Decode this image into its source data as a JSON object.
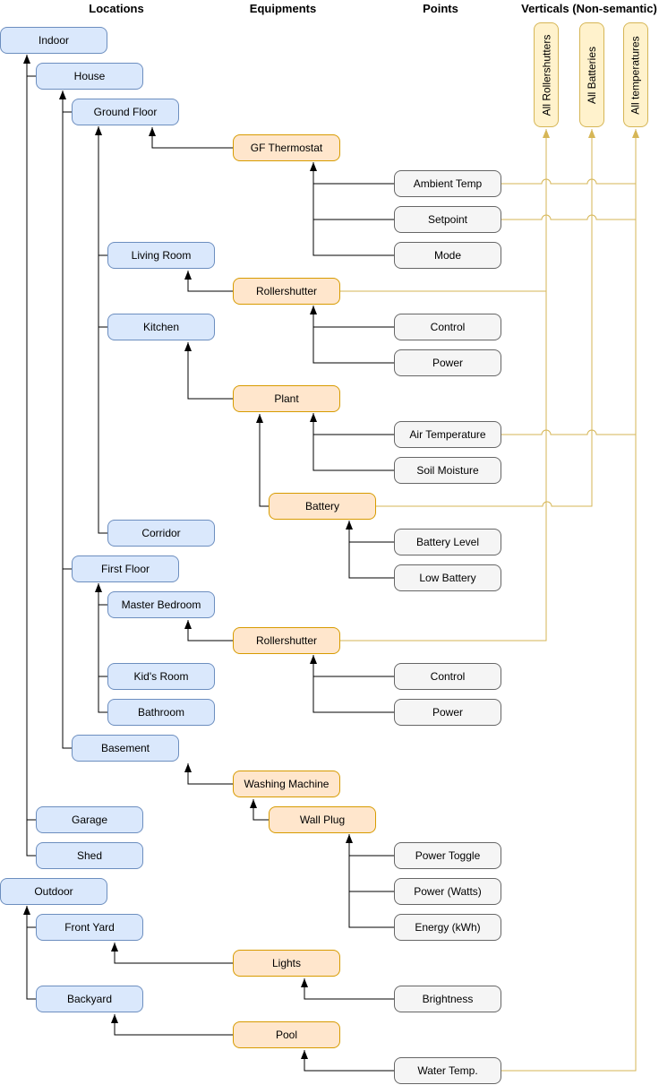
{
  "column_headers": {
    "locations": "Locations",
    "equipments": "Equipments",
    "points": "Points",
    "verticals": "Verticals (Non-semantic)"
  },
  "locations": [
    {
      "label": "Indoor",
      "parent": null
    },
    {
      "label": "House",
      "parent": "Indoor"
    },
    {
      "label": "Ground Floor",
      "parent": "House"
    },
    {
      "label": "Living Room",
      "parent": "Ground Floor"
    },
    {
      "label": "Kitchen",
      "parent": "Ground Floor"
    },
    {
      "label": "Corridor",
      "parent": "Ground Floor"
    },
    {
      "label": "First Floor",
      "parent": "House"
    },
    {
      "label": "Master Bedroom",
      "parent": "First Floor"
    },
    {
      "label": "Kid's Room",
      "parent": "First Floor"
    },
    {
      "label": "Bathroom",
      "parent": "First Floor"
    },
    {
      "label": "Basement",
      "parent": "House"
    },
    {
      "label": "Garage",
      "parent": "Indoor"
    },
    {
      "label": "Shed",
      "parent": "Indoor"
    },
    {
      "label": "Outdoor",
      "parent": null
    },
    {
      "label": "Front Yard",
      "parent": "Outdoor"
    },
    {
      "label": "Backyard",
      "parent": "Outdoor"
    }
  ],
  "equipments": [
    {
      "label": "GF Thermostat",
      "parent": "Ground Floor"
    },
    {
      "label": "Rollershutter",
      "parent": "Living Room",
      "vertical": "All Rollershutters"
    },
    {
      "label": "Plant",
      "parent": "Kitchen"
    },
    {
      "label": "Battery",
      "parent": "Plant",
      "vertical": "All Batteries"
    },
    {
      "label": "Rollershutter",
      "parent": "Master Bedroom",
      "vertical": "All Rollershutters"
    },
    {
      "label": "Washing Machine",
      "parent": "Basement"
    },
    {
      "label": "Wall Plug",
      "parent": "Washing Machine"
    },
    {
      "label": "Lights",
      "parent": "Front Yard"
    },
    {
      "label": "Pool",
      "parent": "Backyard"
    }
  ],
  "points": [
    {
      "label": "Ambient Temp",
      "parent": "GF Thermostat",
      "vertical": "All temperatures"
    },
    {
      "label": "Setpoint",
      "parent": "GF Thermostat",
      "vertical": "All temperatures"
    },
    {
      "label": "Mode",
      "parent": "GF Thermostat"
    },
    {
      "label": "Control",
      "parent": "Rollershutter (Living Room)"
    },
    {
      "label": "Power",
      "parent": "Rollershutter (Living Room)"
    },
    {
      "label": "Air Temperature",
      "parent": "Plant",
      "vertical": "All temperatures"
    },
    {
      "label": "Soil Moisture",
      "parent": "Plant"
    },
    {
      "label": "Battery Level",
      "parent": "Battery"
    },
    {
      "label": "Low Battery",
      "parent": "Battery"
    },
    {
      "label": "Control",
      "parent": "Rollershutter (Master Bedroom)"
    },
    {
      "label": "Power",
      "parent": "Rollershutter (Master Bedroom)"
    },
    {
      "label": "Power Toggle",
      "parent": "Wall Plug"
    },
    {
      "label": "Power (Watts)",
      "parent": "Wall Plug"
    },
    {
      "label": "Energy (kWh)",
      "parent": "Wall Plug"
    },
    {
      "label": "Brightness",
      "parent": "Lights"
    },
    {
      "label": "Water Temp.",
      "parent": "Pool",
      "vertical": "All temperatures"
    }
  ],
  "verticals": [
    {
      "label": "All Rollershutters",
      "members": [
        "Rollershutter (Living Room)",
        "Rollershutter (Master Bedroom)"
      ]
    },
    {
      "label": "All Batteries",
      "members": [
        "Battery"
      ]
    },
    {
      "label": "All temperatures",
      "members": [
        "Ambient Temp",
        "Setpoint",
        "Air Temperature",
        "Water Temp."
      ]
    }
  ],
  "colors": {
    "location_fill": "#dae8fc",
    "location_border": "#6c8ebf",
    "equipment_fill": "#ffe6cc",
    "equipment_border": "#d79b00",
    "point_fill": "#f5f5f5",
    "point_border": "#666666",
    "vertical_fill": "#fff2cc",
    "vertical_border": "#d6b656",
    "edge_black": "#000000",
    "edge_yellow": "#d6b656"
  }
}
